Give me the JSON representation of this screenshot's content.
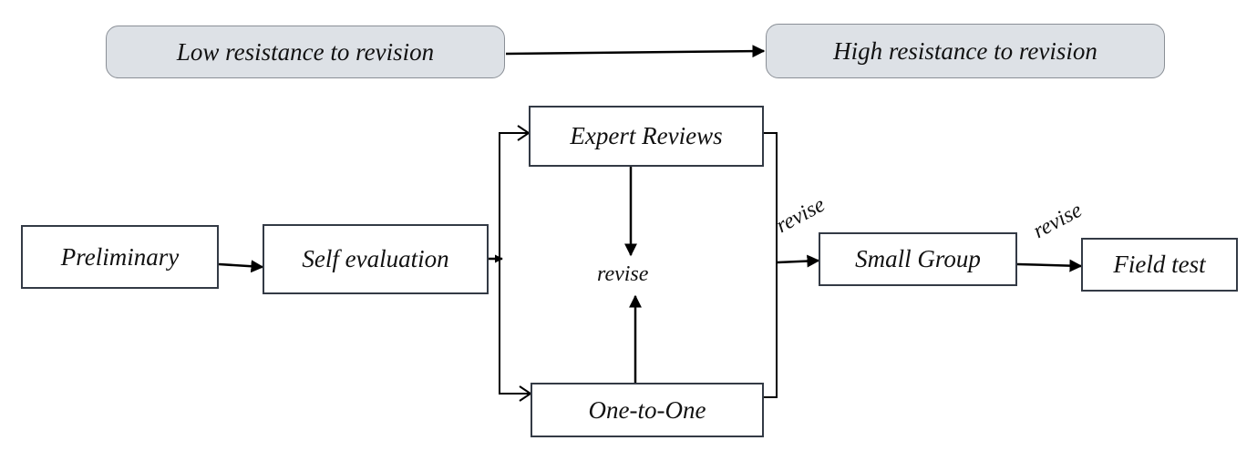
{
  "diagram": {
    "low_resistance": "Low resistance to revision",
    "high_resistance": "High resistance to revision",
    "preliminary": "Preliminary",
    "self_evaluation": "Self evaluation",
    "expert_reviews": "Expert Reviews",
    "one_to_one": "One-to-One",
    "small_group": "Small Group",
    "field_test": "Field test",
    "revise_center": "revise",
    "revise_1": "revise",
    "revise_2": "revise"
  }
}
